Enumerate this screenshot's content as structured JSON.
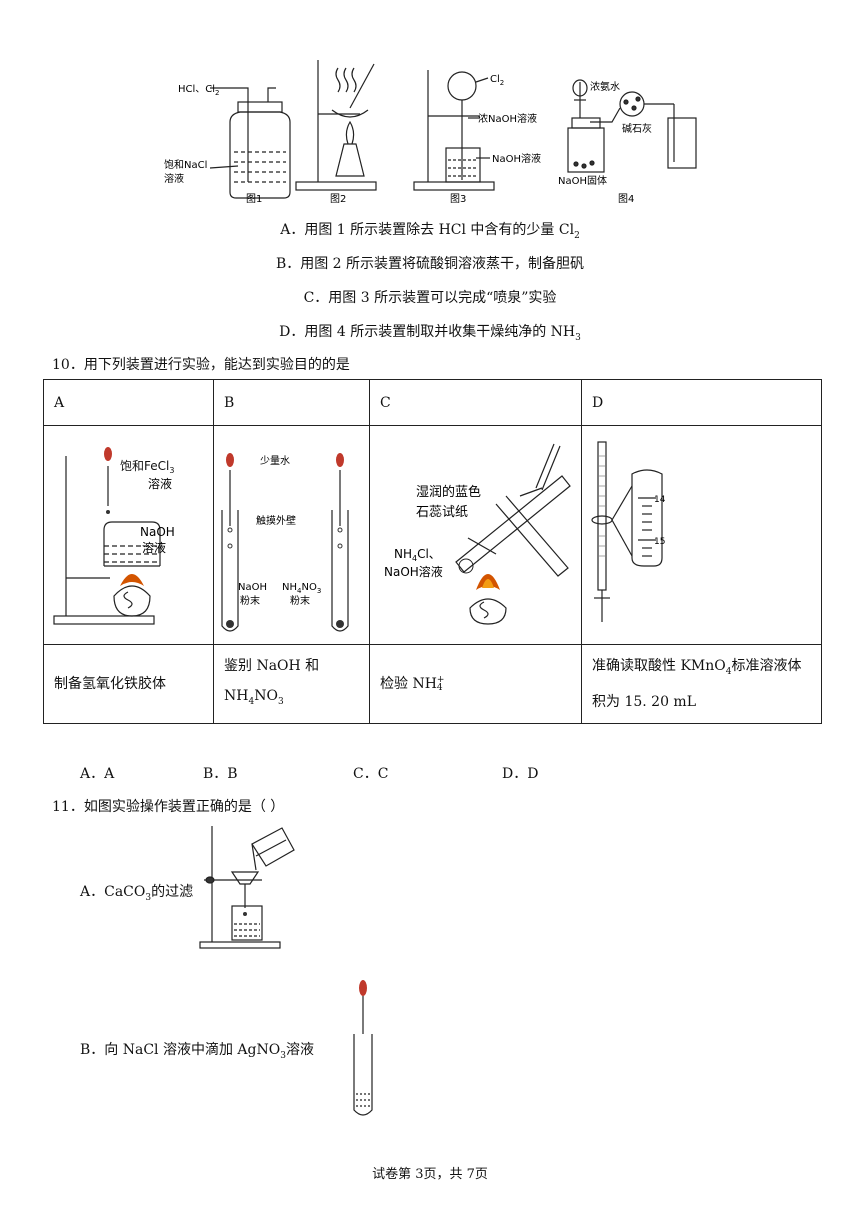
{
  "q9": {
    "figure_labels": {
      "fig1_gas": "HCl、Cl",
      "fig1_liquid_line1": "饱和NaCl",
      "fig1_liquid_line2": "溶液",
      "fig1_caption": "图1",
      "fig2_caption": "图2",
      "fig3_gas": "Cl",
      "fig3_dropper": "浓NaOH溶液",
      "fig3_beaker": "NaOH溶液",
      "fig3_caption": "图3",
      "fig4_funnel": "浓氨水",
      "fig4_drier": "碱石灰",
      "fig4_solid": "NaOH固体",
      "fig4_caption": "图4"
    },
    "options": {
      "A_pre": "A．用图 1 所示装置除去 HCl 中含有的少量 Cl",
      "A_sub": "2",
      "B": "B．用图 2 所示装置将硫酸铜溶液蒸干，制备胆矾",
      "C": "C．用图 3 所示装置可以完成“喷泉”实验",
      "D_pre": "D．用图 4 所示装置制取并收集干燥纯净的 NH",
      "D_sub": "3"
    }
  },
  "q10": {
    "stem": "10．用下列装置进行实验，能达到实验目的的是",
    "headers": [
      "A",
      "B",
      "C",
      "D"
    ],
    "figA": {
      "top_label_1": "饱和FeCl",
      "top_label_1_sub": "3",
      "top_label_2": "溶液",
      "mid_label_1": "NaOH",
      "mid_label_2": "溶液"
    },
    "figB": {
      "top": "少量水",
      "mid": "触摸外壁",
      "left_1": "NaOH",
      "left_2": "粉末",
      "right_1": "NH",
      "right_1_sub": "4",
      "right_1_end": "NO",
      "right_1_sub2": "3",
      "right_2": "粉末"
    },
    "figC": {
      "paper_1": "湿润的蓝色",
      "paper_2": "石蕊试纸",
      "reagent_1": "NH",
      "reagent_1_sub": "4",
      "reagent_1_end": "Cl、",
      "reagent_2": "NaOH溶液"
    },
    "figD": {
      "mark_14": "14",
      "mark_15": "15"
    },
    "purposes": {
      "A": "制备氢氧化铁胶体",
      "B_1": "鉴别 NaOH 和",
      "B_2a": "NH",
      "B_2sub": "4",
      "B_2b": "NO",
      "B_2sub2": "3",
      "C_pre": "检验 NH",
      "C_sup": "+",
      "C_sub": "4",
      "D_1a": "准确读取酸性 KMnO",
      "D_1sub": "4",
      "D_1b": "标准溶液体",
      "D_2": "积为 15. 20 mL"
    },
    "choices": [
      "A．A",
      "B．B",
      "C．C",
      "D．D"
    ]
  },
  "q11": {
    "stem": "11．如图实验操作装置正确的是（    ）",
    "optA_pre": "A．CaCO",
    "optA_sub": "3",
    "optA_post": "的过滤",
    "optB_pre": "B．向 NaCl 溶液中滴加 AgNO",
    "optB_sub": "3",
    "optB_post": "溶液"
  },
  "footer": "试卷第 3页，共 7页",
  "colors": {
    "dropper_bulb": "#c0392b",
    "flame_outer": "#d35400",
    "flame_inner": "#f39c12"
  }
}
